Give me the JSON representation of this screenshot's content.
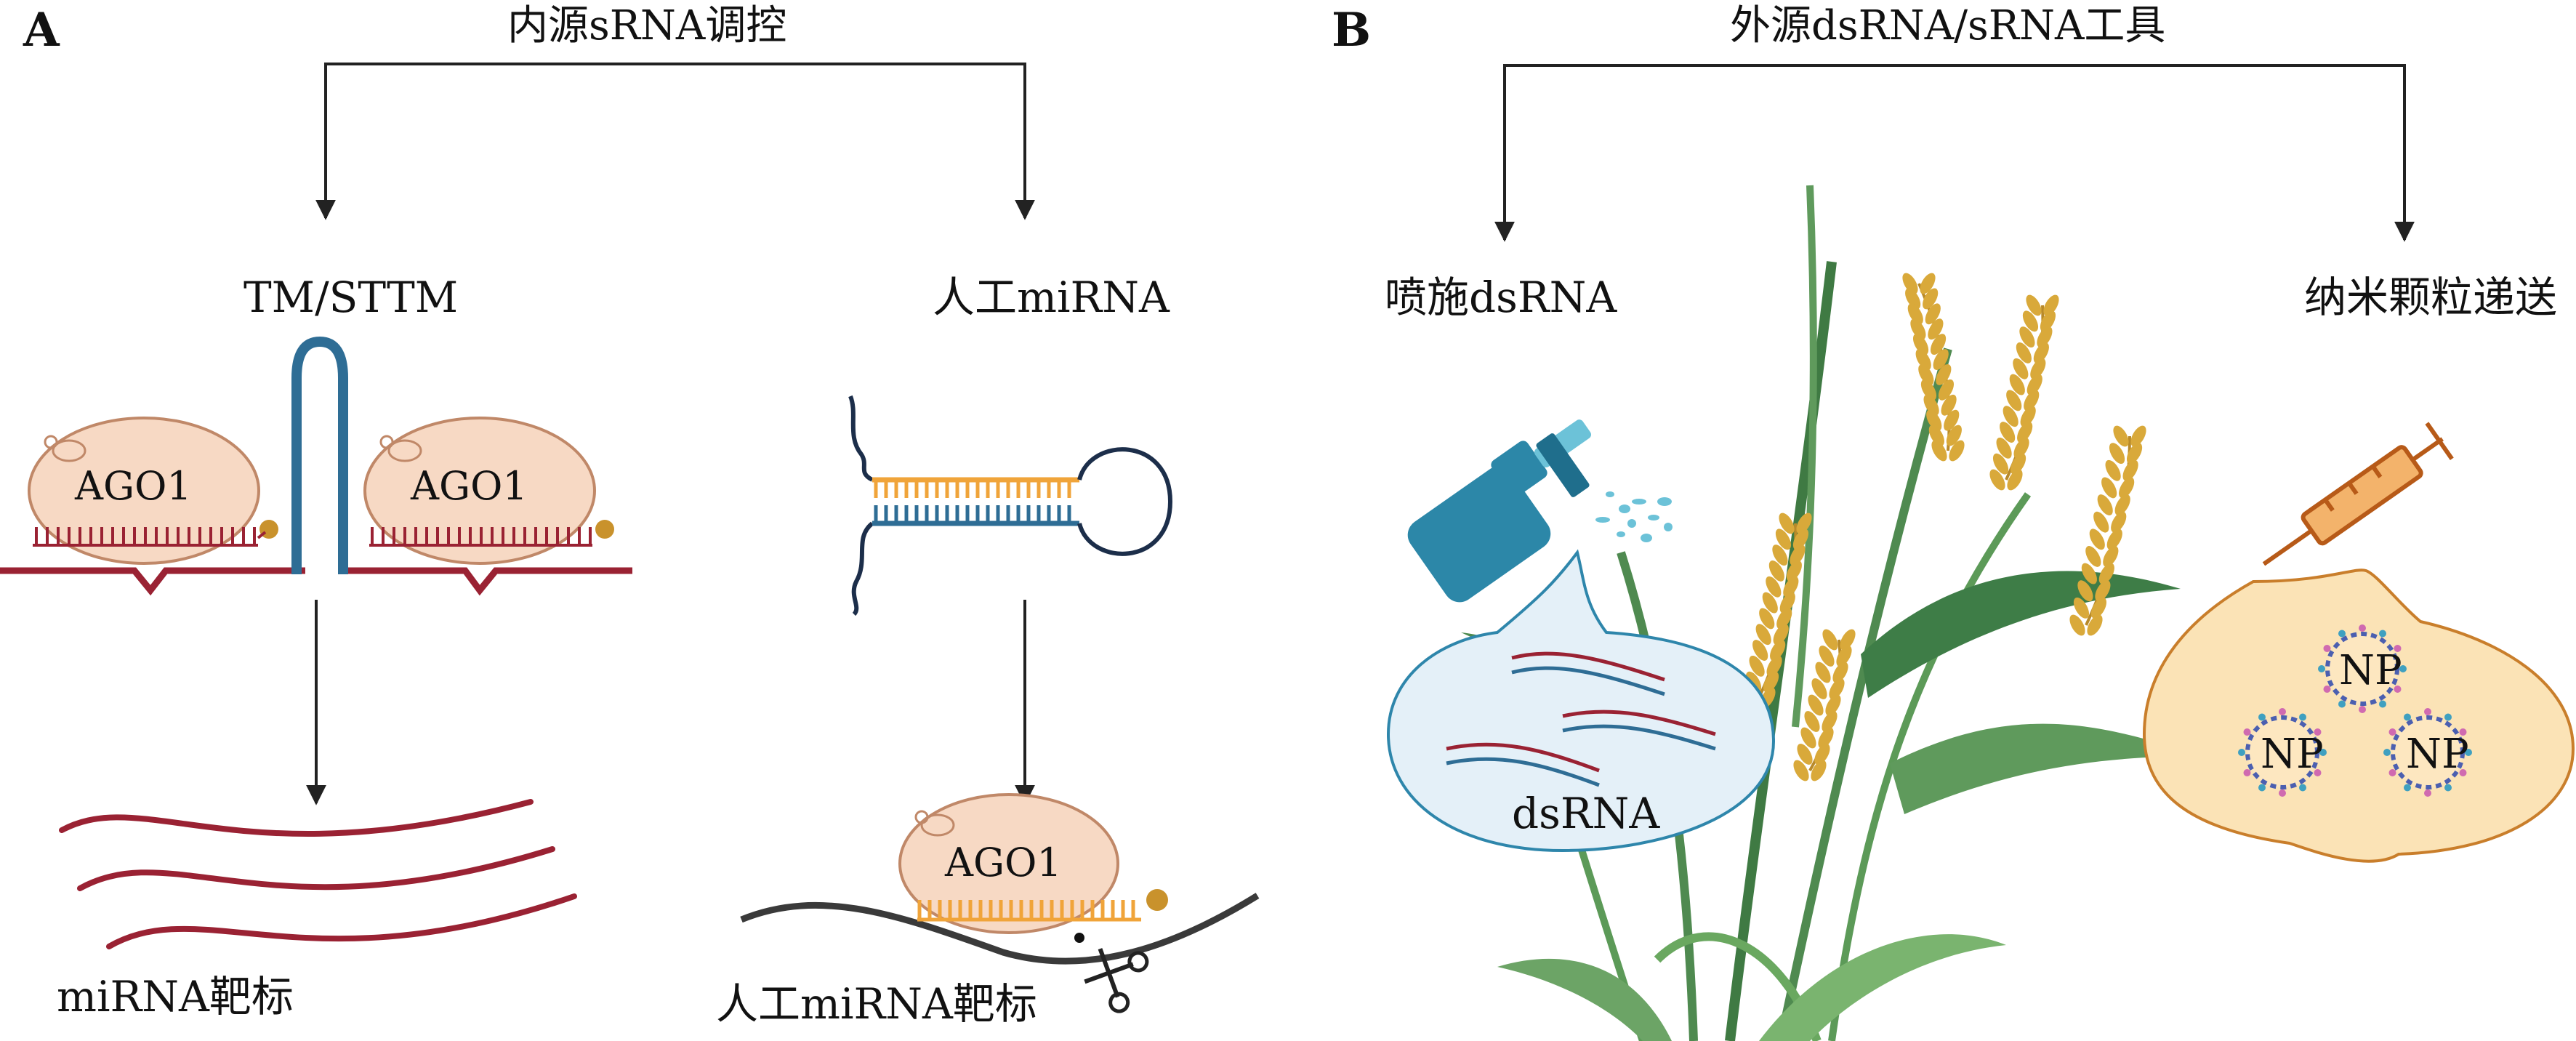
{
  "panel_a": {
    "letter": "A",
    "header": "内源sRNA调控",
    "left_branch": "TM/STTM",
    "right_branch": "人工miRNA",
    "ago_label": "AGO1",
    "left_result": "miRNA靶标",
    "right_result": "人工miRNA靶标"
  },
  "panel_b": {
    "letter": "B",
    "header": "外源dsRNA/sRNA工具",
    "left_branch": "喷施dsRNA",
    "right_branch": "纳米颗粒递送",
    "bubble_label": "dsRNA",
    "np_label": "NP"
  },
  "colors": {
    "maroon": "#9a2233",
    "teal": "#2e6d95",
    "orange": "#f0a43a",
    "ago_fill": "#f7d9c4",
    "ago_stroke": "#c08868",
    "bottle": "#2c87a8",
    "bubble": "#e4f0f8",
    "np_bubble": "#fbe3b6",
    "grain": "#d9a93a",
    "leaf": "#4f8a50"
  }
}
